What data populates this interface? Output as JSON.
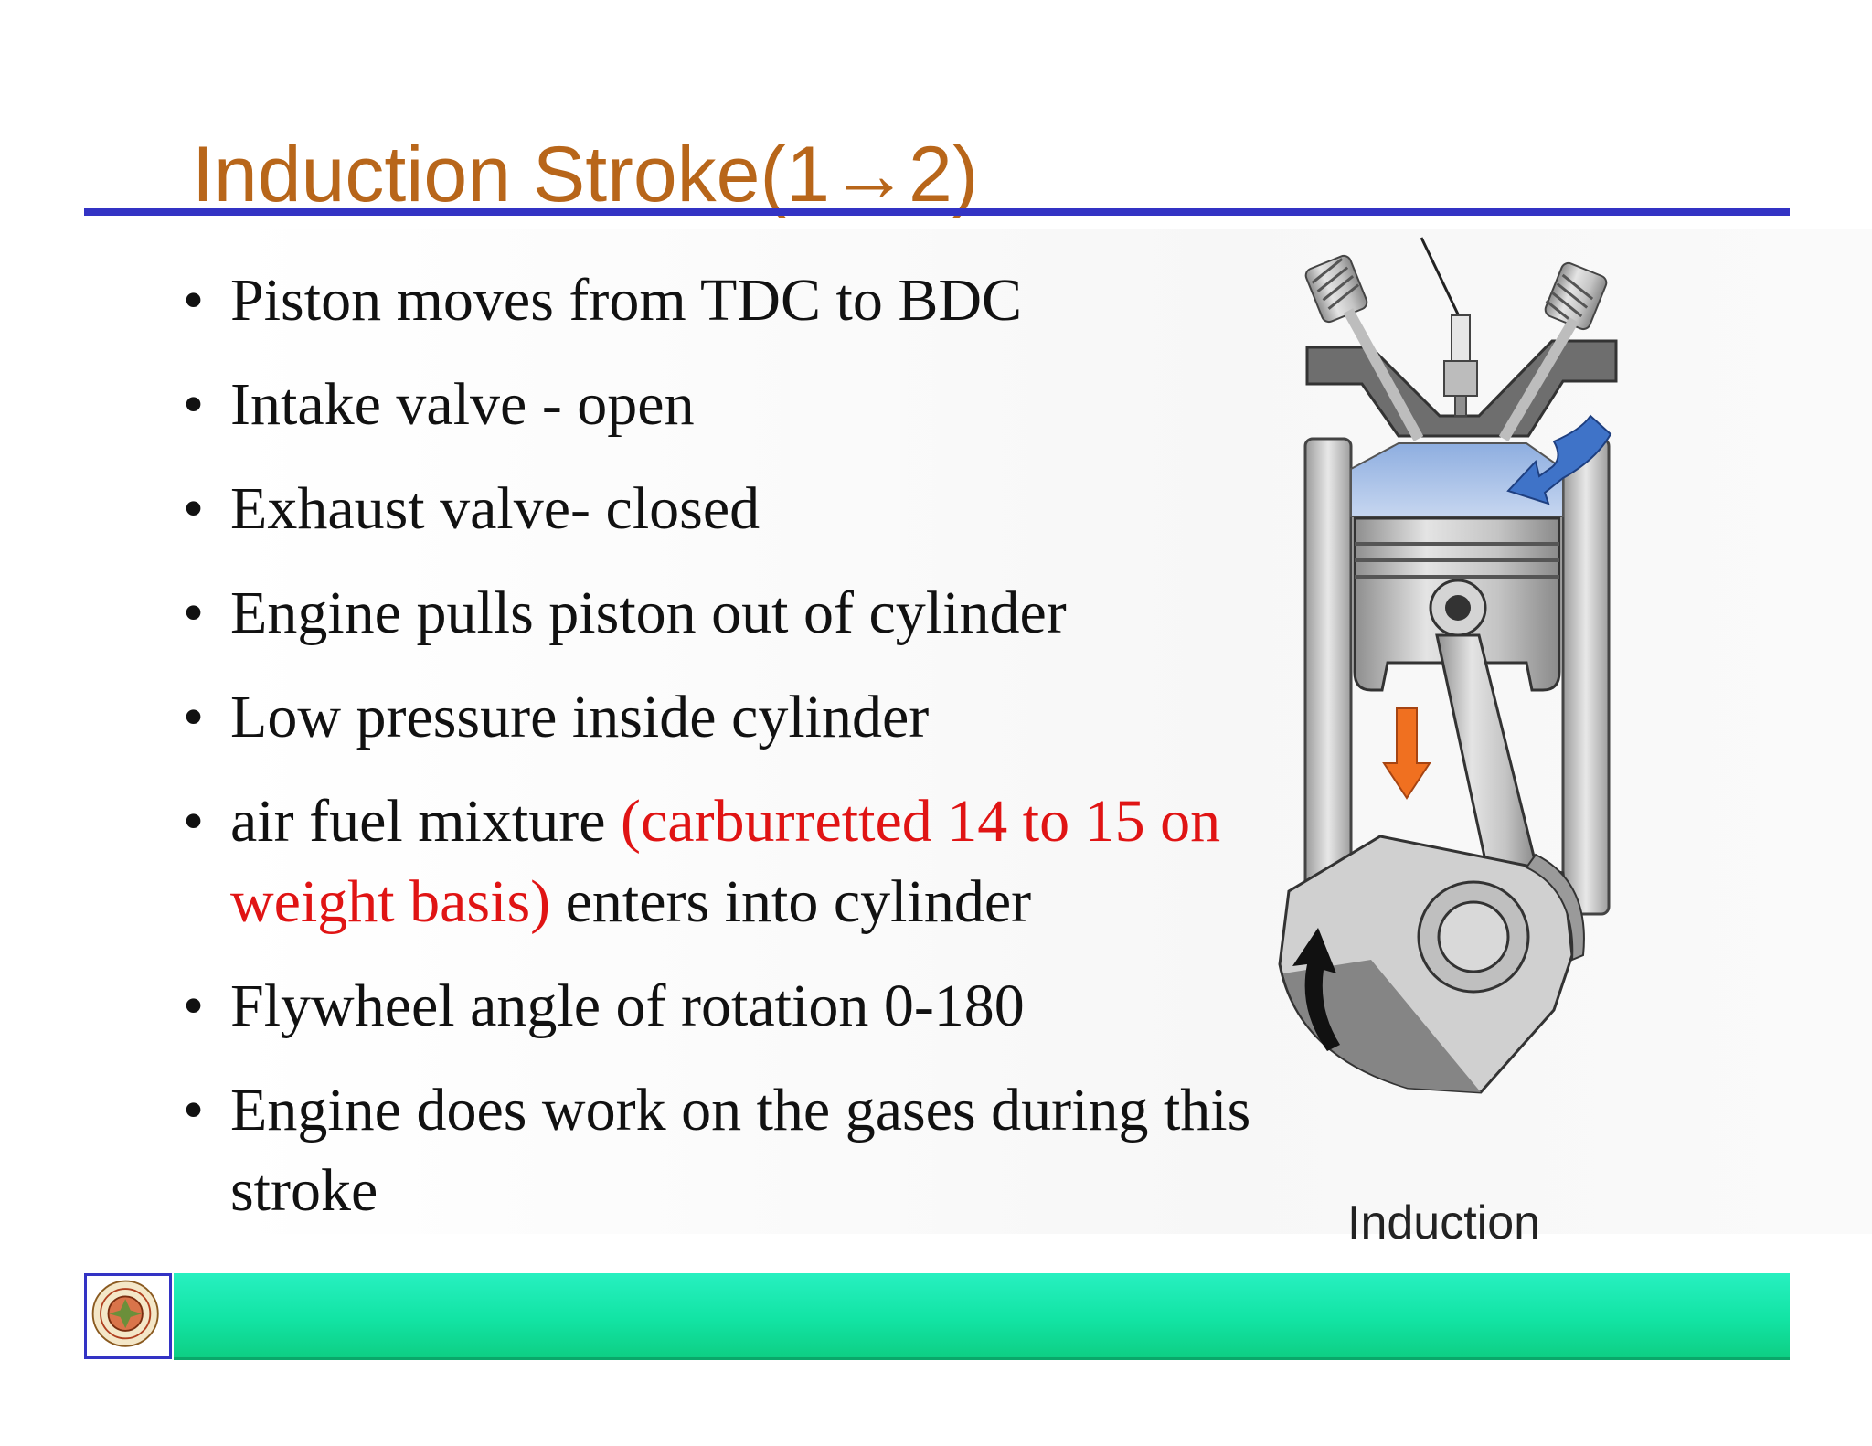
{
  "slide": {
    "title": "Induction Stroke(1→2)",
    "bullets": [
      {
        "text": "Piston moves from TDC to BDC"
      },
      {
        "text": "Intake valve - open"
      },
      {
        "text": "Exhaust valve- closed"
      },
      {
        "text": "Engine pulls piston out of cylinder"
      },
      {
        "text": "Low pressure inside cylinder"
      },
      {
        "before": "air fuel mixture ",
        "highlight": "(carburretted 14 to 15 on weight basis)",
        "after": " enters into cylinder"
      },
      {
        "text": "Flywheel angle of rotation 0-180"
      },
      {
        "text": "Engine does work on the gases during this stroke"
      }
    ],
    "figure_caption": "Induction"
  },
  "colors": {
    "title": "#b8661a",
    "title_rule": "#3333c4",
    "highlight_text": "#e01414",
    "footer_bar": "#12e4a4",
    "intake_arrow": "#3f73c8",
    "piston_arrow": "#f07020",
    "rotation_arrow": "#111111"
  },
  "icons": {
    "logo": "college-seal-logo",
    "diagram": "engine-piston-cylinder-diagram"
  }
}
